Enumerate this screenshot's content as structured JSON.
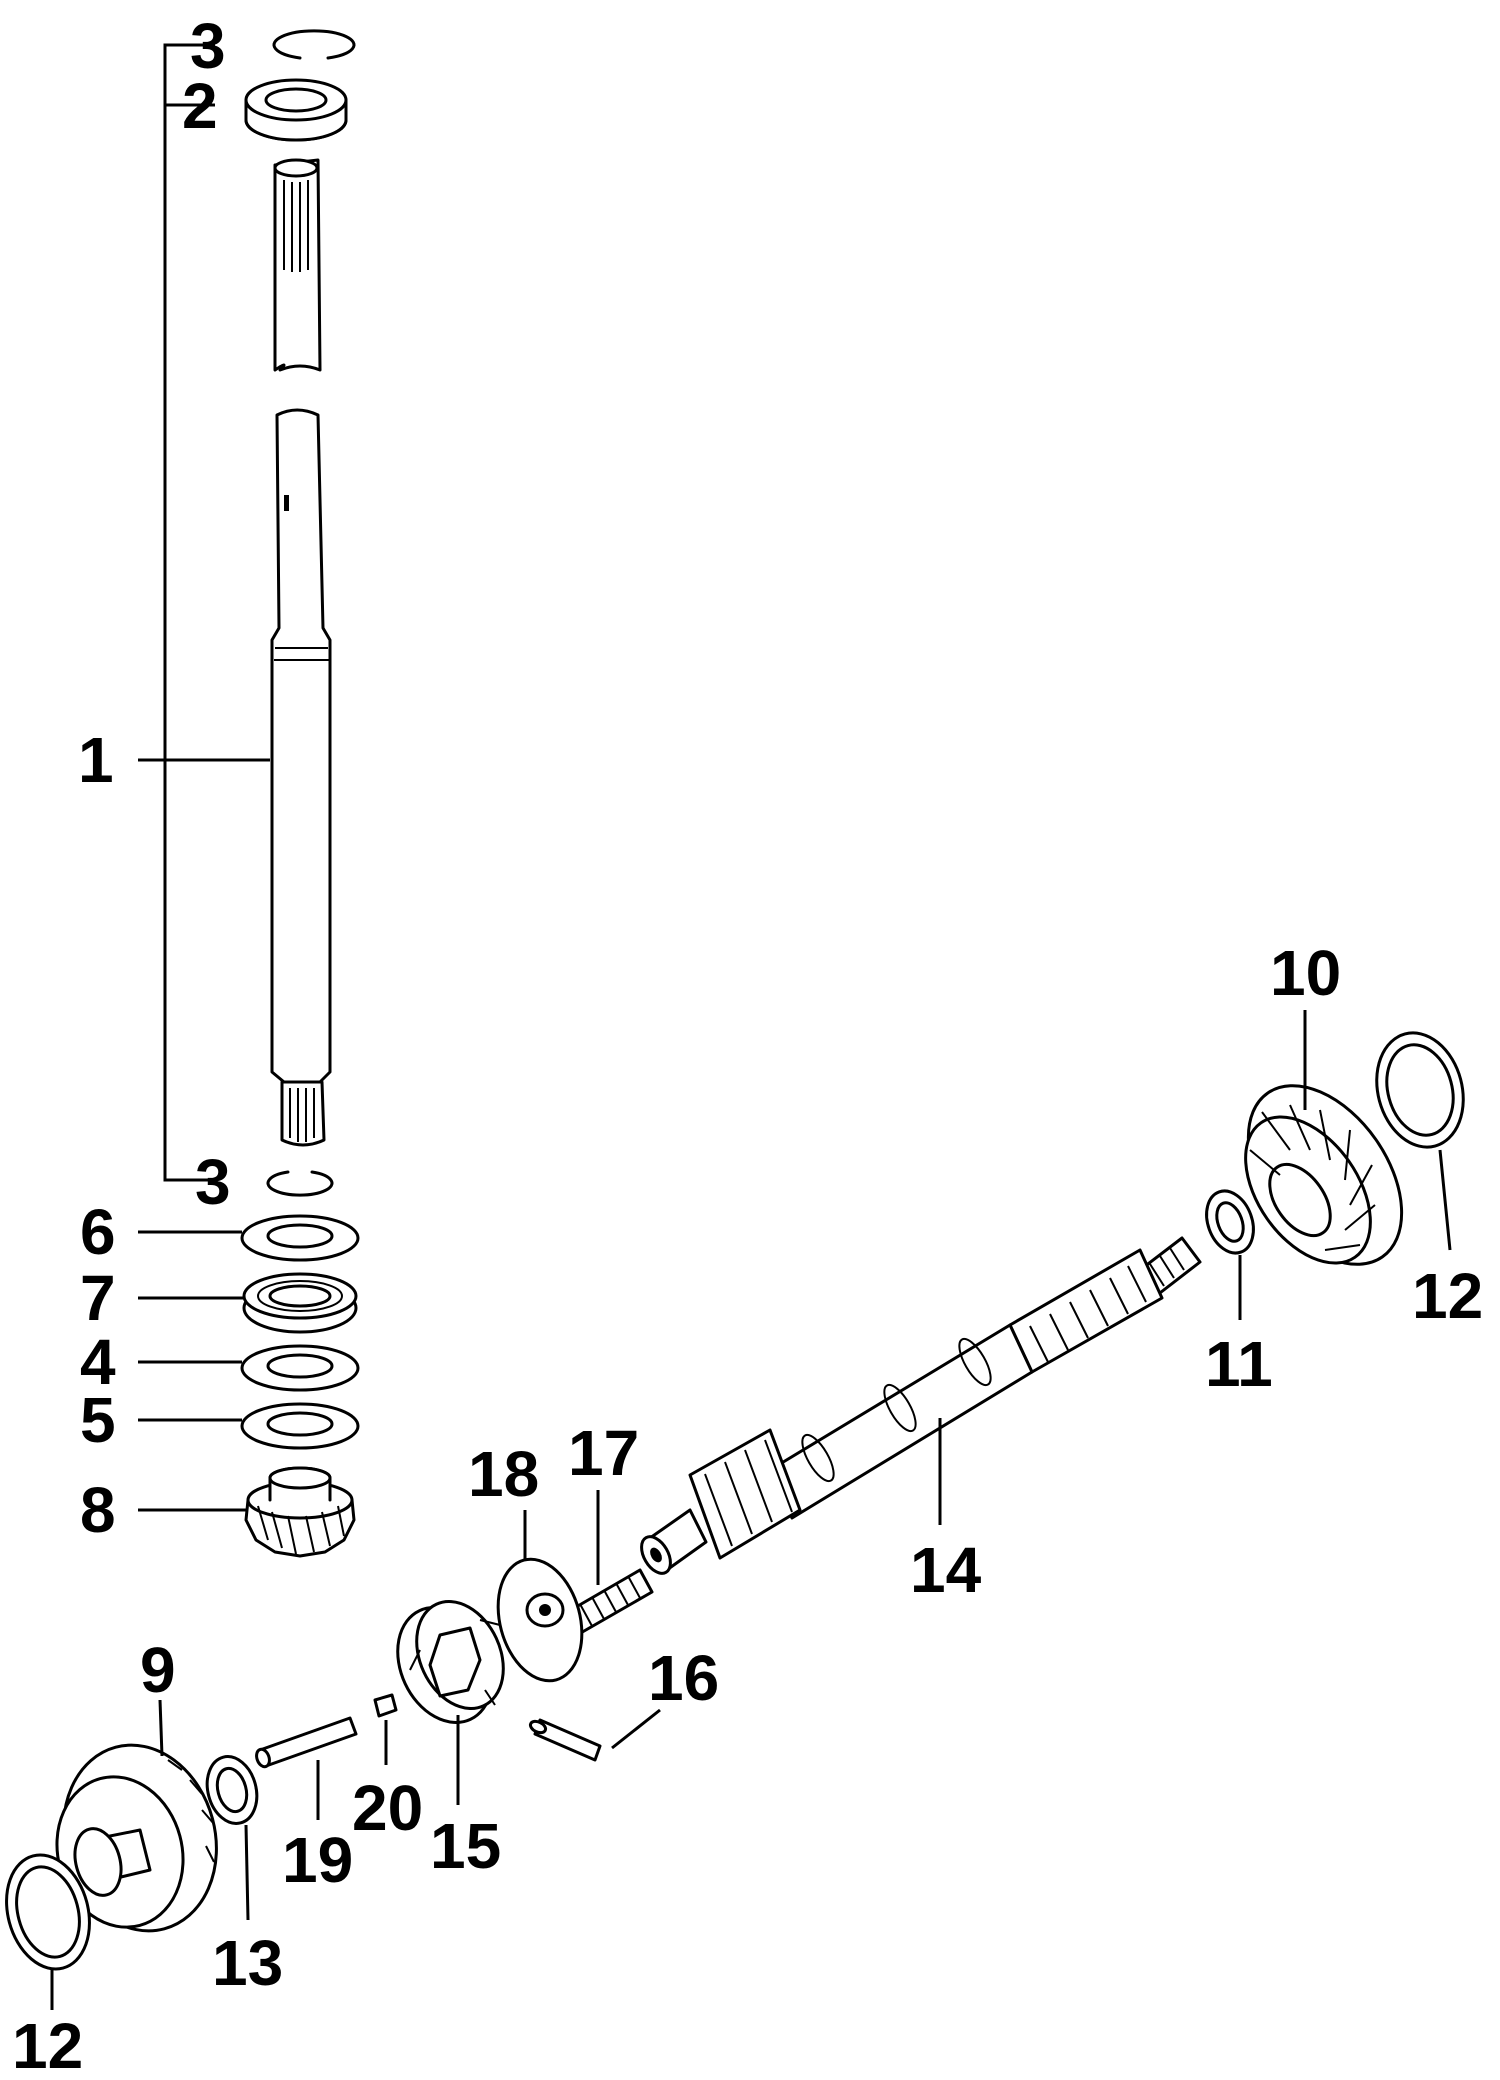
{
  "diagram": {
    "labels": {
      "l1": "1",
      "l2": "2",
      "l3_top": "3",
      "l3_bottom": "3",
      "l4": "4",
      "l5": "5",
      "l6": "6",
      "l7": "7",
      "l8": "8",
      "l9": "9",
      "l10": "10",
      "l11": "11",
      "l12_right": "12",
      "l12_left": "12",
      "l13": "13",
      "l14": "14",
      "l15": "15",
      "l16": "16",
      "l17": "17",
      "l18": "18",
      "l19": "19",
      "l20": "20"
    },
    "colors": {
      "line": "#000000",
      "background": "#ffffff"
    }
  }
}
